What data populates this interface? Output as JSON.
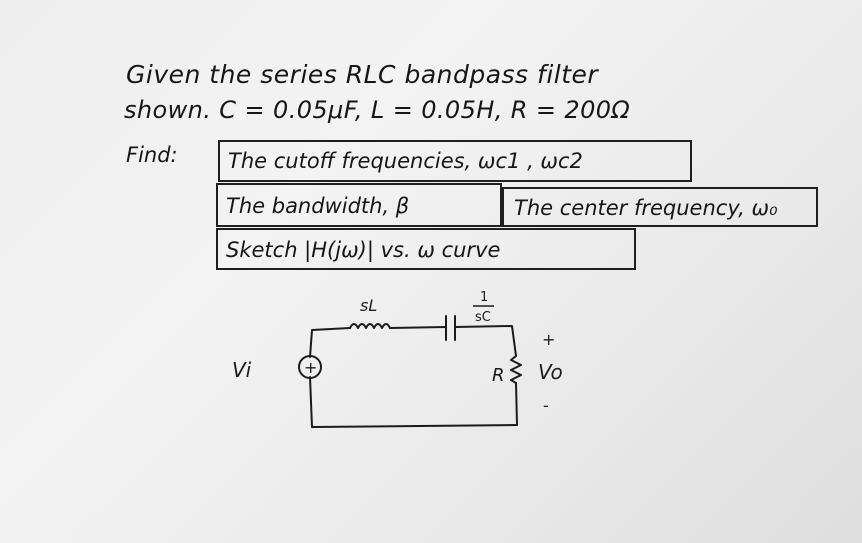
{
  "problem": {
    "line1": "Given the series RLC bandpass filter",
    "line2": "shown. C = 0.05μF,  L = 0.05H,  R = 200Ω",
    "find_label": "Find:",
    "task1": "The cutoff frequencies,  ωc1 , ωc2",
    "task2": "The bandwidth, β",
    "task3": "The center frequency, ω₀",
    "task4": "Sketch |H(jω)| vs.  ω   curve"
  },
  "circuit": {
    "inductor_label": "sL",
    "capacitor_label_num": "1",
    "capacitor_label_den": "sC",
    "source_label": "Vi",
    "source_symbol": "+",
    "resistor_label": "R",
    "output_label": "Vo",
    "output_plus": "+",
    "output_minus": "-"
  }
}
